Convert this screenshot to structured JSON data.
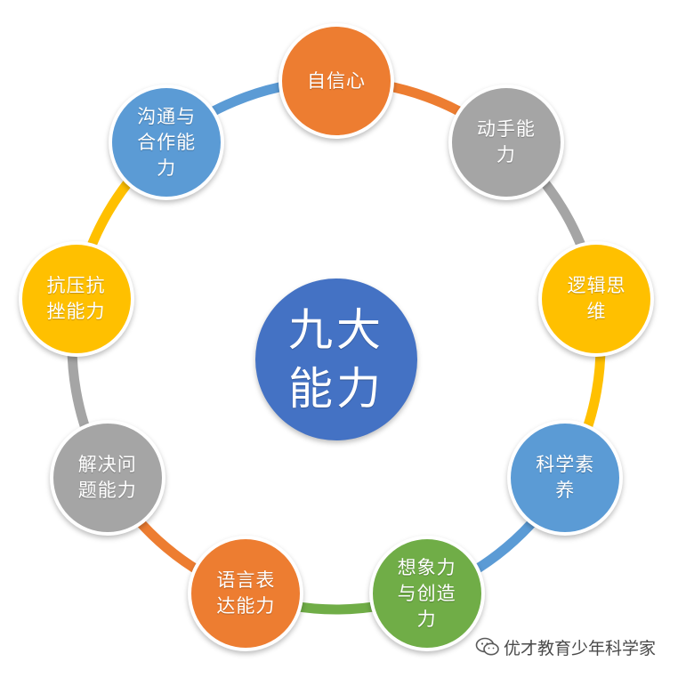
{
  "center": {
    "label": "九大\n能力",
    "color": "#4472C4"
  },
  "ring_color_default": "#A5A5A5",
  "nodes": [
    {
      "id": "self-confidence",
      "label": "自信心",
      "color": "#ED7D31",
      "arc_color": "#ED7D31"
    },
    {
      "id": "hands-on-ability",
      "label": "动手能\n力",
      "color": "#A5A5A5",
      "arc_color": "#A5A5A5"
    },
    {
      "id": "logical-thinking",
      "label": "逻辑思\n维",
      "color": "#FFC000",
      "arc_color": "#FFC000"
    },
    {
      "id": "scientific-literacy",
      "label": "科学素\n养",
      "color": "#5B9BD5",
      "arc_color": "#5B9BD5"
    },
    {
      "id": "imagination-creativity",
      "label": "想象力\n与创造\n力",
      "color": "#70AD47",
      "arc_color": "#70AD47"
    },
    {
      "id": "language-expression",
      "label": "语言表\n达能力",
      "color": "#ED7D31",
      "arc_color": "#ED7D31"
    },
    {
      "id": "problem-solving",
      "label": "解决问\n题能力",
      "color": "#A5A5A5",
      "arc_color": "#A5A5A5"
    },
    {
      "id": "stress-resilience",
      "label": "抗压抗\n挫能力",
      "color": "#FFC000",
      "arc_color": "#FFC000"
    },
    {
      "id": "communication-cooperation",
      "label": "沟通与\n合作能\n力",
      "color": "#5B9BD5",
      "arc_color": "#5B9BD5"
    }
  ],
  "watermark": {
    "text": "优才教育少年科学家",
    "icon": "wechat-icon"
  }
}
